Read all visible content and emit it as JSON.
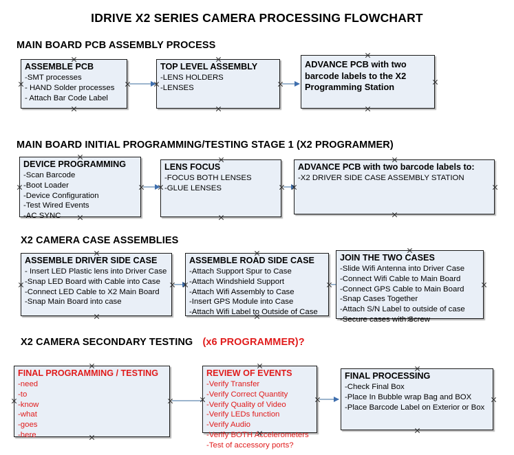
{
  "title": "IDRIVE X2  SERIES CAMERA PROCESSING FLOWCHART",
  "accent_color": "#e01b1b",
  "box_fill_color": "#e9eff7",
  "connector_color": "#9bb4cd",
  "sections": [
    {
      "heading": "MAIN BOARD PCB ASSEMBLY PROCESS",
      "heading_accent": "",
      "boxes": [
        {
          "title": "ASSEMBLE PCB",
          "lines": [
            "-SMT processes",
            "- HAND Solder processes",
            "- Attach Bar Code Label"
          ]
        },
        {
          "title": "TOP LEVEL ASSEMBLY",
          "lines": [
            "-LENS HOLDERS",
            "-LENSES"
          ]
        },
        {
          "title": "ADVANCE PCB with two barcode labels to the  X2 Programming Station",
          "lines": []
        }
      ]
    },
    {
      "heading": "MAIN BOARD INITIAL PROGRAMMING/TESTING STAGE 1 (X2 PROGRAMMER)",
      "heading_accent": "",
      "boxes": [
        {
          "title": "DEVICE PROGRAMMING",
          "lines": [
            "-Scan Barcode",
            "-Boot Loader",
            "-Device Configuration",
            "-Test Wired Events",
            "-AC SYNC"
          ]
        },
        {
          "title": "LENS FOCUS",
          "lines": [
            "-FOCUS BOTH LENSES",
            "-GLUE LENSES"
          ]
        },
        {
          "title": "ADVANCE PCB with two barcode labels to:",
          "lines": [
            "-X2 DRIVER  SIDE  CASE  ASSEMBLY STATION"
          ]
        }
      ]
    },
    {
      "heading": "X2 CAMERA CASE ASSEMBLIES",
      "heading_accent": "",
      "boxes": [
        {
          "title": "ASSEMBLE DRIVER SIDE CASE",
          "lines": [
            "- Insert LED Plastic lens into Driver Case",
            "-Snap LED Board with Cable into Case",
            "-Connect LED Cable to X2 Main Board",
            "-Snap Main Board into case"
          ]
        },
        {
          "title": "ASSEMBLE ROAD SIDE CASE",
          "lines": [
            "-Attach Support Spur to Case",
            "-Attach Windshield Support",
            "-Attach Wifi Assembly to Case",
            "-Insert GPS Module into Case",
            "-Attach Wifi Label to Outside of Case"
          ]
        },
        {
          "title": "JOIN THE TWO CASES",
          "lines": [
            "-Slide Wifi Antenna into Driver Case",
            "-Connect Wifi Cable to Main Board",
            "-Connect GPS Cable to Main Board",
            "-Snap Cases Together",
            "-Attach S/N Label to outside of case",
            "-Secure cases with Screw"
          ]
        }
      ]
    },
    {
      "heading": "X2 CAMERA SECONDARY TESTING",
      "heading_accent": "(x6 PROGRAMMER)?",
      "boxes": [
        {
          "title": "FINAL PROGRAMMING / TESTING",
          "lines": [
            "-need",
            "-to",
            "-know",
            "-what",
            "-goes",
            "-here"
          ]
        },
        {
          "title": "REVIEW OF EVENTS",
          "lines": [
            "-Verify Transfer",
            "-Verify Correct Quantity",
            "-Verify Quality of Video",
            "-Verify LEDs function",
            "-Verify Audio",
            "-Verify BOTH Accelerometers",
            "-Test of accessory ports?"
          ]
        },
        {
          "title": "FINAL PROCESSING",
          "lines": [
            " -Check Final Box",
            "-Place In Bubble wrap Bag and BOX",
            "-Place Barcode Label on Exterior or Box"
          ]
        }
      ]
    }
  ]
}
